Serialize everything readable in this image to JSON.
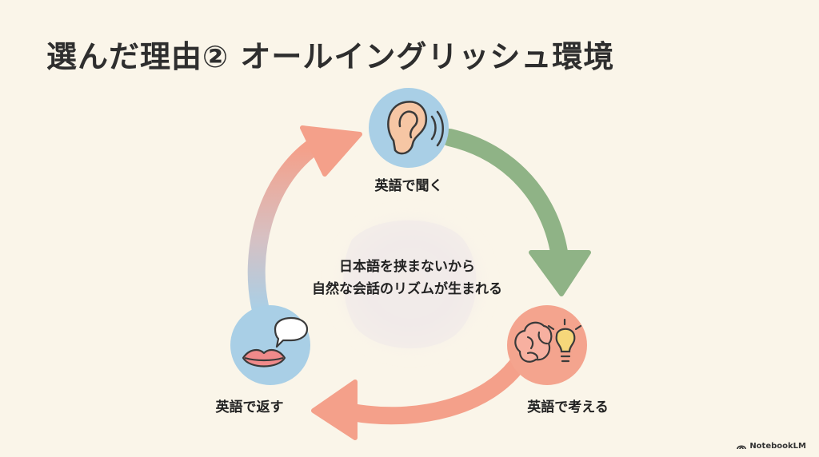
{
  "slide": {
    "title": "選んだ理由② オールイングリッシュ環境"
  },
  "cycle": {
    "nodes": [
      {
        "label": "英語で聞く",
        "icon": "ear-icon",
        "color": "#a9cfe6"
      },
      {
        "label": "英語で考える",
        "icon": "brain-lightbulb-icon",
        "color": "#f4a48e"
      },
      {
        "label": "英語で返す",
        "icon": "speech-lips-icon",
        "color": "#a9cfe6"
      }
    ],
    "center_text": [
      "日本語を挟まないから",
      "自然な会話のリズムが生まれる"
    ]
  },
  "colors": {
    "background": "#faf5e9",
    "arrow_green": "#8fb386",
    "arrow_salmon": "#f4a08a",
    "arrow_blue": "#a9cfe6"
  },
  "brand": {
    "name": "NotebookLM"
  }
}
